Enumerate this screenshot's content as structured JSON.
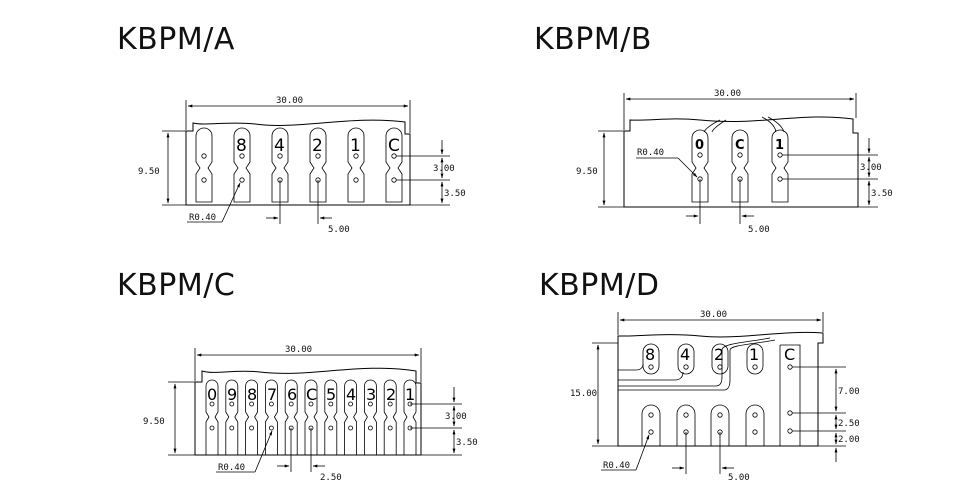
{
  "panels": {
    "a": {
      "title": "KBPM/A",
      "width_dim": "30.00",
      "height_dim": "9.50",
      "dim_right_1": "3.00",
      "dim_right_2": "3.50",
      "pitch_dim": "5.00",
      "radius_dim": "R0.40",
      "terminals": [
        "8",
        "4",
        "2",
        "1",
        "C"
      ]
    },
    "b": {
      "title": "KBPM/B",
      "width_dim": "30.00",
      "height_dim": "9.50",
      "dim_right_1": "3.00",
      "dim_right_2": "3.50",
      "pitch_dim": "5.00",
      "radius_dim": "R0.40",
      "terminals": [
        "0",
        "C",
        "1"
      ]
    },
    "c": {
      "title": "KBPM/C",
      "width_dim": "30.00",
      "height_dim": "9.50",
      "dim_right_1": "3.00",
      "dim_right_2": "3.50",
      "pitch_dim": "2.50",
      "radius_dim": "R0.40",
      "terminals": [
        "0",
        "9",
        "8",
        "7",
        "6",
        "C",
        "5",
        "4",
        "3",
        "2",
        "1"
      ]
    },
    "d": {
      "title": "KBPM/D",
      "width_dim": "30.00",
      "height_dim": "15.00",
      "dim_right_1": "7.00",
      "dim_right_2": "2.50",
      "dim_right_3": "2.00",
      "pitch_dim": "5.00",
      "radius_dim": "R0.40",
      "terminals": [
        "8",
        "4",
        "2",
        "1",
        "C"
      ]
    }
  }
}
